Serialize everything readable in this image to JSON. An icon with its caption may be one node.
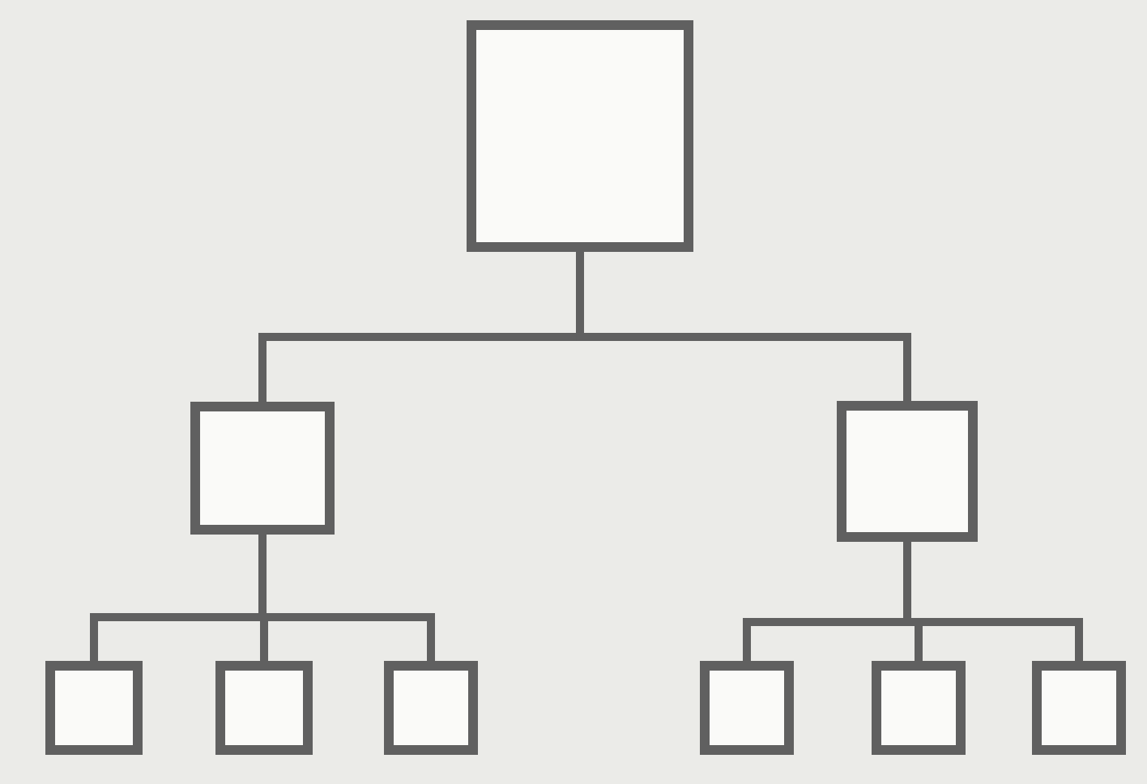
{
  "diagram": {
    "nodes": [
      {
        "text": [],
        "shape": "box"
      },
      {
        "text": [],
        "shape": "box"
      },
      {
        "text": [],
        "shape": "box"
      },
      {
        "text": [],
        "shape": "box"
      },
      {
        "text": [],
        "shape": "box"
      },
      {
        "text": [],
        "shape": "box"
      },
      {
        "text": [],
        "shape": "box"
      },
      {
        "text": [],
        "shape": "box"
      },
      {
        "text": [],
        "shape": "box"
      }
    ],
    "edges": [
      {
        "from": 0,
        "to": 1,
        "arrow": "none"
      },
      {
        "from": 0,
        "to": 2,
        "arrow": "none"
      },
      {
        "from": 1,
        "to": 3,
        "arrow": "none"
      },
      {
        "from": 1,
        "to": 4,
        "arrow": "none"
      },
      {
        "from": 1,
        "to": 5,
        "arrow": "none"
      },
      {
        "from": 2,
        "to": 6,
        "arrow": "none"
      },
      {
        "from": 2,
        "to": 7,
        "arrow": "none"
      },
      {
        "from": 2,
        "to": 8,
        "arrow": "none"
      }
    ]
  }
}
